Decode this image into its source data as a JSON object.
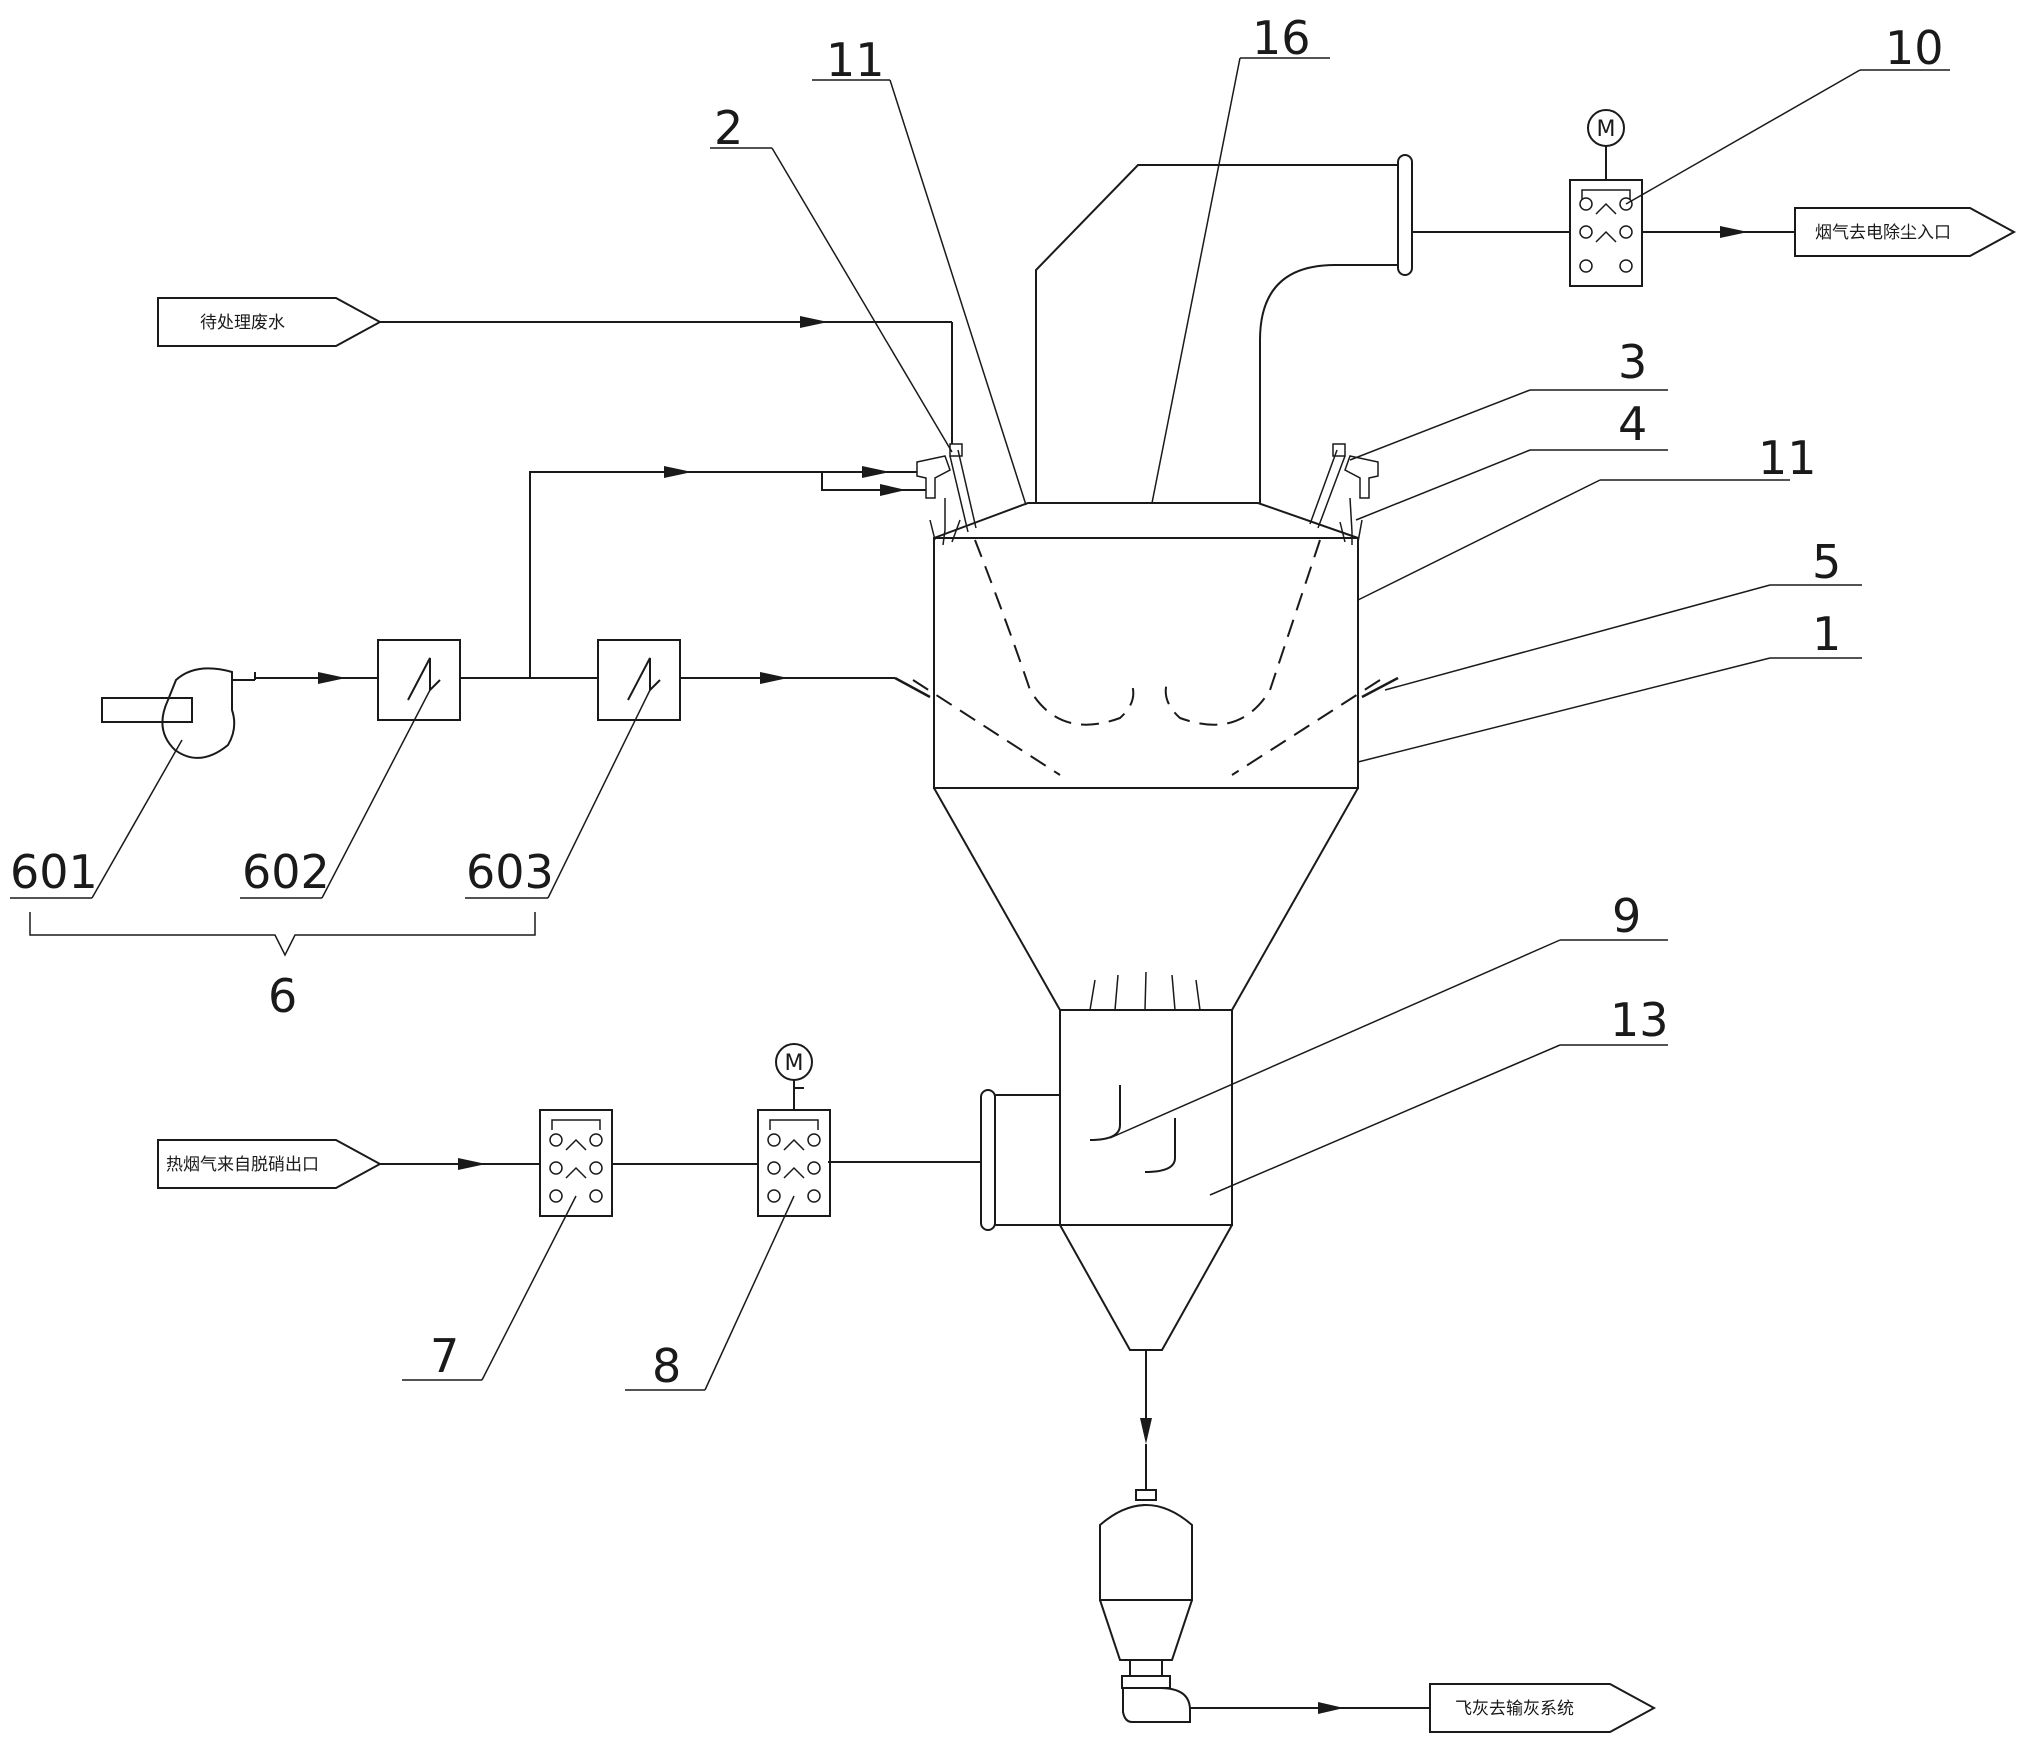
{
  "labels": {
    "waste_water": "待处理废水",
    "flue_to_esp": "烟气去电除尘入口",
    "hot_flue_in": "热烟气来自脱硝出口",
    "fly_ash_out": "飞灰去输灰系统"
  },
  "motor_symbol": "M",
  "callouts": {
    "n1": "1",
    "n2": "2",
    "n3": "3",
    "n4": "4",
    "n5": "5",
    "n6": "6",
    "n7": "7",
    "n8": "8",
    "n9": "9",
    "n10": "10",
    "n11a": "11",
    "n11b": "11",
    "n13": "13",
    "n16": "16",
    "n601": "601",
    "n602": "602",
    "n603": "603"
  }
}
